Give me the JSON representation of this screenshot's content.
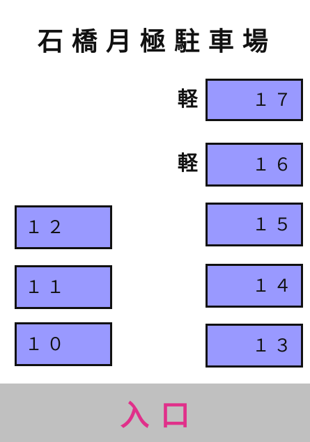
{
  "title": "石橋月極駐車場",
  "kei_label": "軽",
  "slots": {
    "s17": "１７",
    "s16": "１６",
    "s15": "１５",
    "s14": "１４",
    "s13": "１３",
    "s12": "１２",
    "s11": "１１",
    "s10": "１０"
  },
  "entrance": "入口",
  "colors": {
    "slot_fill": "#9999ff",
    "slot_border": "#111111",
    "entrance_bg": "#c0c0c0",
    "entrance_text": "#e0308a"
  }
}
